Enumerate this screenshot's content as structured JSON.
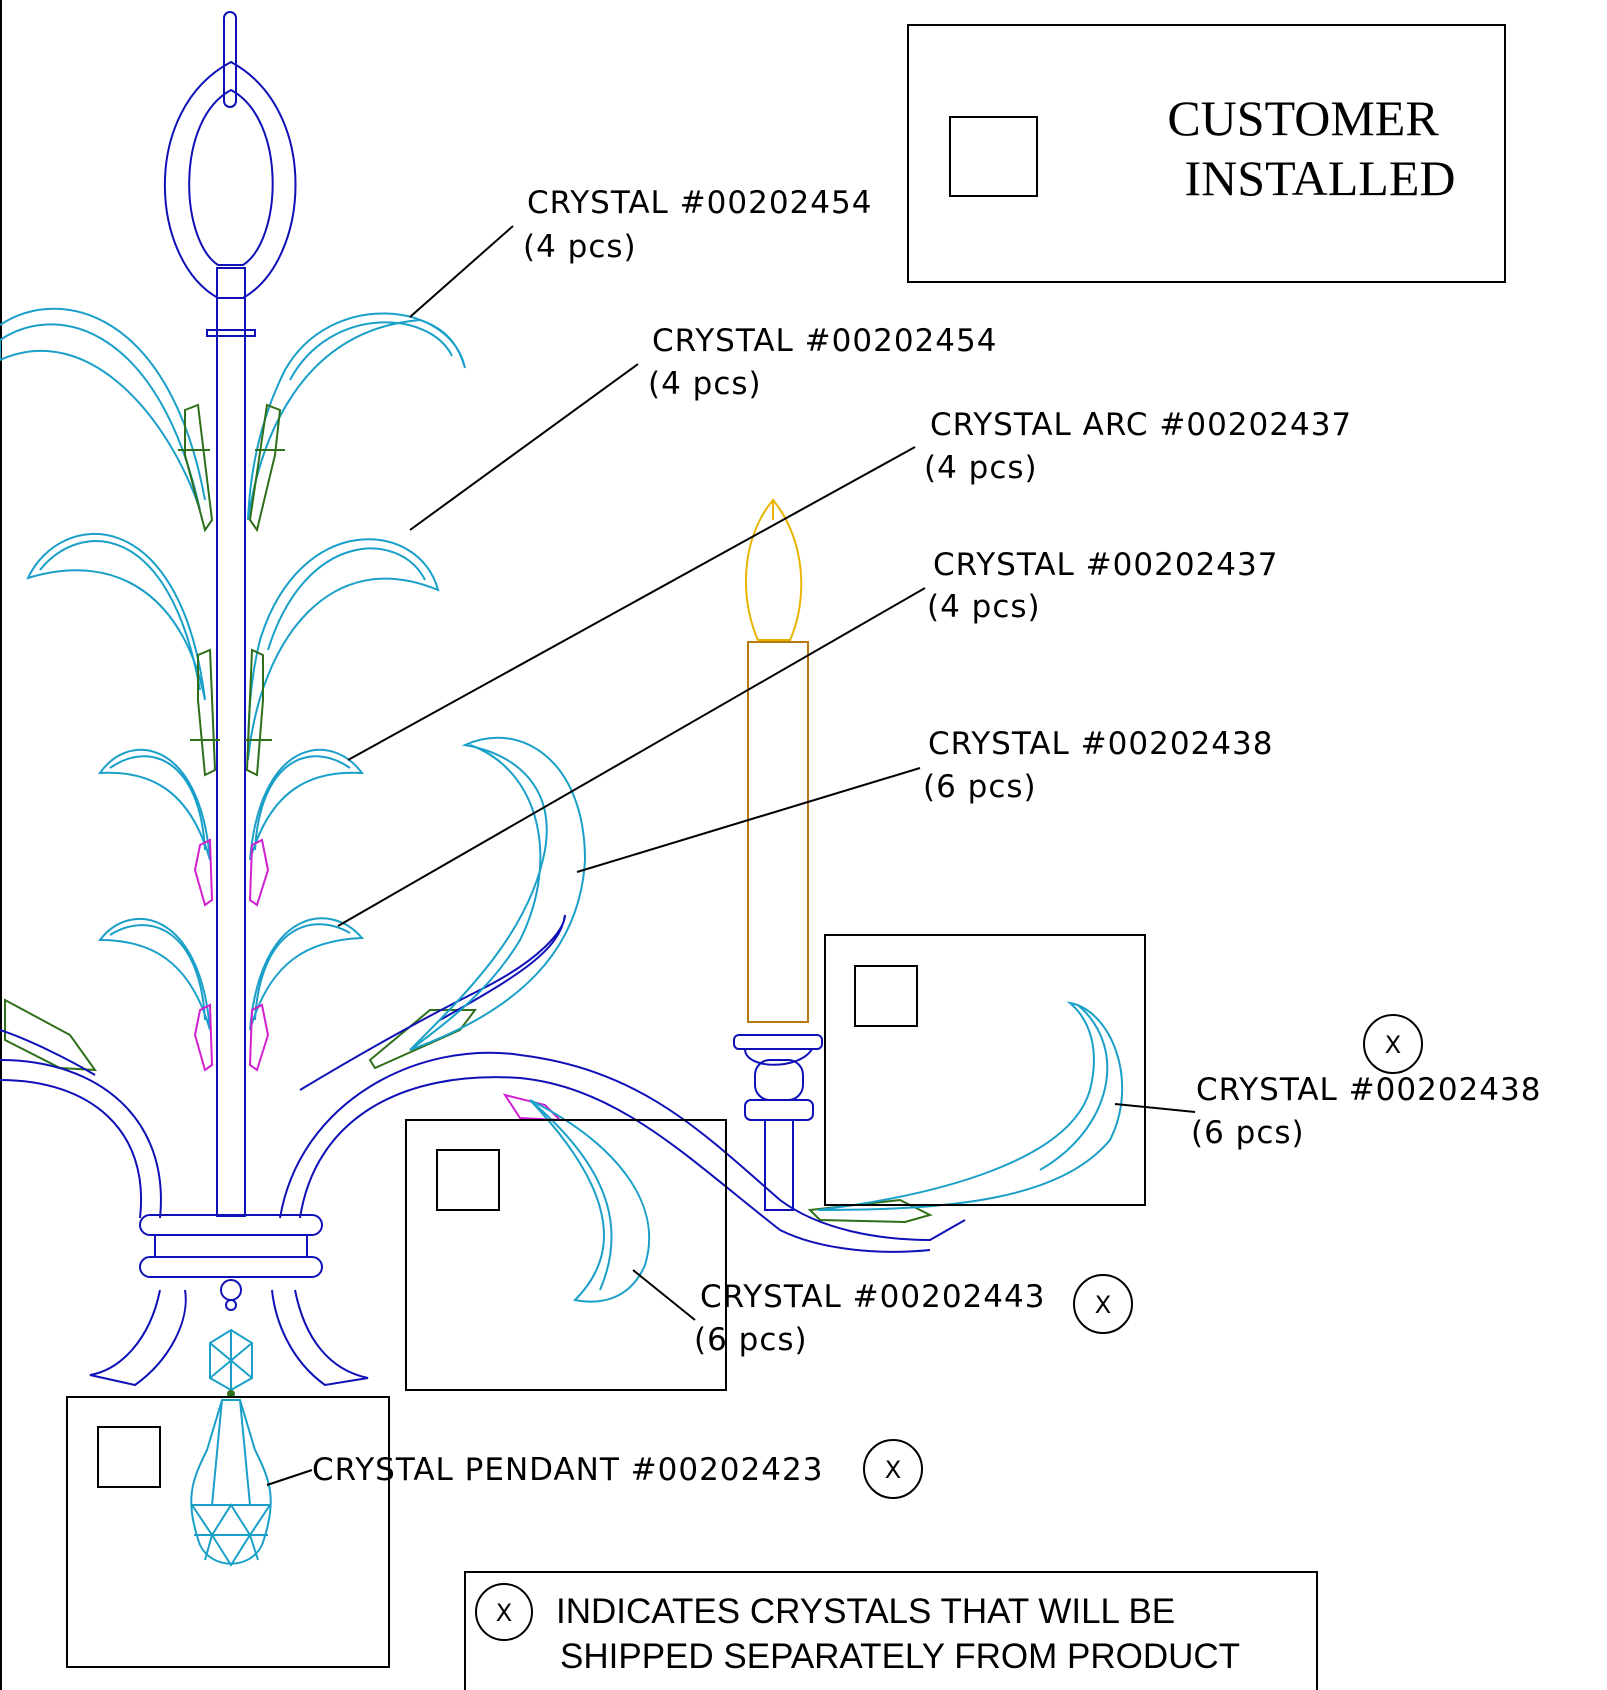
{
  "colors": {
    "frame": "#1010b8",
    "crystal": "#1aa0c8",
    "prism_green": "#2f6f1a",
    "prism_magenta": "#d020d0",
    "candle_sleeve": "#b87810",
    "bulb": "#e8b400",
    "linework": "#000000"
  },
  "callouts": [
    {
      "name": "CRYSTAL #00202454",
      "qty": "(4 pcs)"
    },
    {
      "name": "CRYSTAL #00202454",
      "qty": "(4 pcs)"
    },
    {
      "name": "CRYSTAL ARC #00202437",
      "qty": "(4 pcs)"
    },
    {
      "name": "CRYSTAL #00202437",
      "qty": "(4 pcs)"
    },
    {
      "name": "CRYSTAL #00202438",
      "qty": "(6 pcs)"
    },
    {
      "name": "CRYSTAL #00202438",
      "qty": "(6 pcs)"
    },
    {
      "name": "CRYSTAL #00202443",
      "qty": "(6 pcs)"
    },
    {
      "name": "CRYSTAL PENDANT #00202423",
      "qty": ""
    }
  ],
  "customer_box": {
    "line1": "CUSTOMER",
    "line2": "INSTALLED"
  },
  "marker": "X",
  "legend": {
    "symbol": "X",
    "line1": "INDICATES CRYSTALS THAT WILL BE",
    "line2": "SHIPPED SEPARATELY FROM PRODUCT"
  }
}
